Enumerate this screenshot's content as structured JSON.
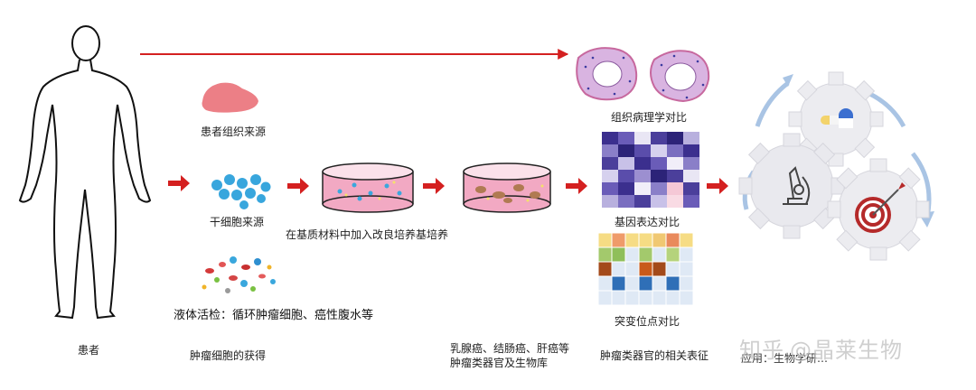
{
  "labels": {
    "patient": "患者",
    "tissue_source": "患者组织来源",
    "stem_cell_source": "干细胞来源",
    "liquid_biopsy": "液体活检：循环肿瘤细胞、癌性腹水等",
    "tumor_cell_acquisition": "肿瘤细胞的获得",
    "culture_in_matrix": "在基质材料中加入改良培养基培养",
    "biobank_line1": "乳腺癌、结肠癌、肝癌等",
    "biobank_line2": "肿瘤类器官及生物库",
    "histopathology_compare": "组织病理学对比",
    "gene_expression_compare": "基因表达对比",
    "mutation_site_compare": "突变位点对比",
    "organoid_characterization": "肿瘤类器官的相关表征",
    "applications_partial": "应用：生物学研…"
  },
  "watermark": {
    "left": "知乎",
    "right": "@晶莱生物"
  },
  "colors": {
    "arrow_red": "#d42020",
    "dish_pink": "#f2a9c3",
    "cell_blue": "#3aa7dd",
    "gear_grey": "#e9e9ee",
    "cycle_blue": "#a9c4e4",
    "heatmap_purple": "#4b3f9b"
  },
  "icons": [
    "human-figure-icon",
    "tissue-icon",
    "stem-cells-icon",
    "liquid-biopsy-icon",
    "culture-dish-icon",
    "organoid-dish-icon",
    "histology-ring-icon",
    "heatmap-icon",
    "mutation-grid-icon",
    "gear-cycle-icon",
    "microscope-icon",
    "capsule-icon",
    "target-icon"
  ]
}
